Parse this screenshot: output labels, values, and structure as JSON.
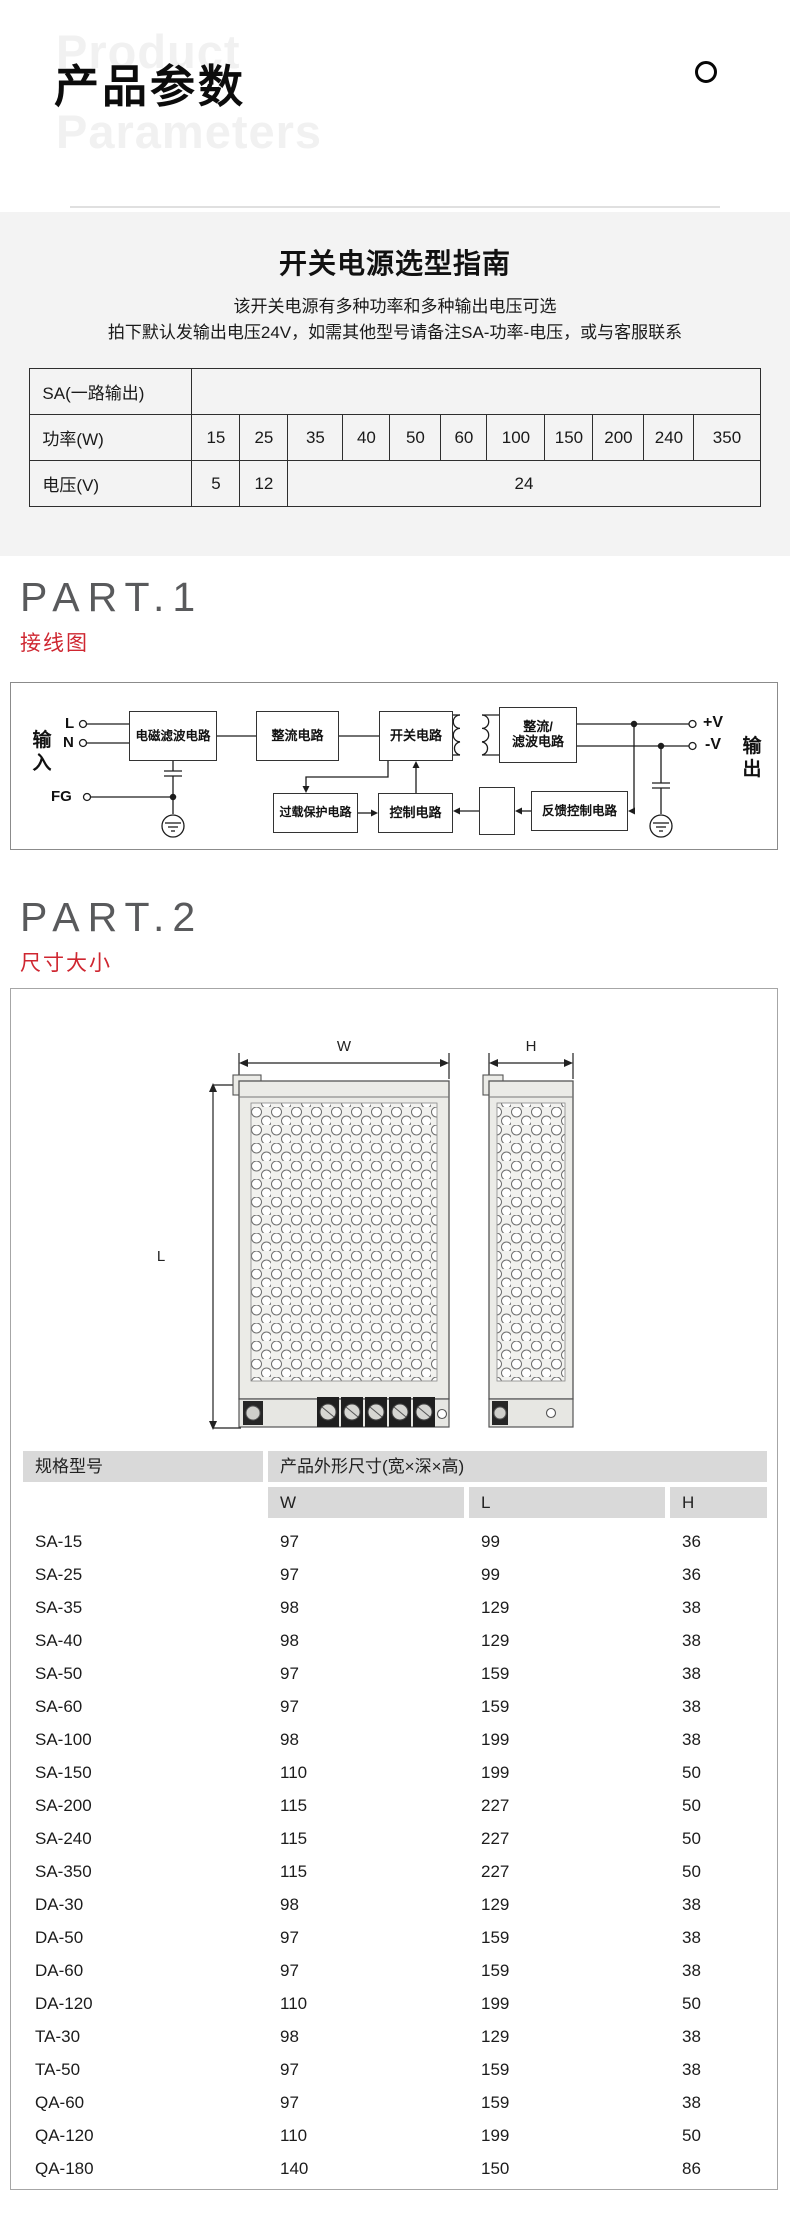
{
  "page": {
    "title": "产品参数",
    "watermark_top": "Product",
    "watermark_bottom": "Parameters"
  },
  "guide": {
    "heading": "开关电源选型指南",
    "desc_line1": "该开关电源有多种功率和多种输出电压可选",
    "desc_line2": "拍下默认发输出电压24V，如需其他型号请备注SA-功率-电压，或与客服联系",
    "table": {
      "series_label": "SA(一路输出)",
      "power_label": "功率(W)",
      "power_values": [
        "15",
        "25",
        "35",
        "40",
        "50",
        "60",
        "100",
        "150",
        "200",
        "240",
        "350"
      ],
      "voltage_label": "电压(V)",
      "voltage_v1": "5",
      "voltage_v2": "12",
      "voltage_v3": "24"
    }
  },
  "part1": {
    "title": "PART.1",
    "subtitle": "接线图",
    "diagram": {
      "input_label": "输入",
      "term_l": "L",
      "term_n": "N",
      "term_fg": "FG",
      "block_emi": "电磁滤波电路",
      "block_rectifier": "整流电路",
      "block_switch": "开关电路",
      "block_out_filter_l1": "整流/",
      "block_out_filter_l2": "滤波电路",
      "block_overload": "过载保护电路",
      "block_control": "控制电路",
      "block_feedback": "反馈控制电路",
      "out_pos": "+V",
      "out_neg": "-V",
      "output_label": "输出"
    }
  },
  "part2": {
    "title": "PART.2",
    "subtitle": "尺寸大小",
    "drawing": {
      "dim_w": "W",
      "dim_l": "L",
      "dim_h": "H"
    },
    "size_table": {
      "col_model": "规格型号",
      "col_dims": "产品外形尺寸(宽×深×高)",
      "col_w": "W",
      "col_l": "L",
      "col_h": "H",
      "rows": [
        {
          "model": "SA-15",
          "w": "97",
          "l": "99",
          "h": "36"
        },
        {
          "model": "SA-25",
          "w": "97",
          "l": "99",
          "h": "36"
        },
        {
          "model": "SA-35",
          "w": "98",
          "l": "129",
          "h": "38"
        },
        {
          "model": "SA-40",
          "w": "98",
          "l": "129",
          "h": "38"
        },
        {
          "model": "SA-50",
          "w": "97",
          "l": "159",
          "h": "38"
        },
        {
          "model": "SA-60",
          "w": "97",
          "l": "159",
          "h": "38"
        },
        {
          "model": "SA-100",
          "w": "98",
          "l": "199",
          "h": "38"
        },
        {
          "model": "SA-150",
          "w": "110",
          "l": "199",
          "h": "50"
        },
        {
          "model": "SA-200",
          "w": "115",
          "l": "227",
          "h": "50"
        },
        {
          "model": "SA-240",
          "w": "115",
          "l": "227",
          "h": "50"
        },
        {
          "model": "SA-350",
          "w": "115",
          "l": "227",
          "h": "50"
        },
        {
          "model": "DA-30",
          "w": "98",
          "l": "129",
          "h": "38"
        },
        {
          "model": "DA-50",
          "w": "97",
          "l": "159",
          "h": "38"
        },
        {
          "model": "DA-60",
          "w": "97",
          "l": "159",
          "h": "38"
        },
        {
          "model": "DA-120",
          "w": "110",
          "l": "199",
          "h": "50"
        },
        {
          "model": "TA-30",
          "w": "98",
          "l": "129",
          "h": "38"
        },
        {
          "model": "TA-50",
          "w": "97",
          "l": "159",
          "h": "38"
        },
        {
          "model": "QA-60",
          "w": "97",
          "l": "159",
          "h": "38"
        },
        {
          "model": "QA-120",
          "w": "110",
          "l": "199",
          "h": "50"
        },
        {
          "model": "QA-180",
          "w": "140",
          "l": "150",
          "h": "86"
        }
      ]
    }
  },
  "colors": {
    "accent_red": "#cf2630",
    "part_title_gray": "#595a5c",
    "section_bg": "#f3f3f3",
    "header_cell_bg": "#d9d9d9"
  }
}
